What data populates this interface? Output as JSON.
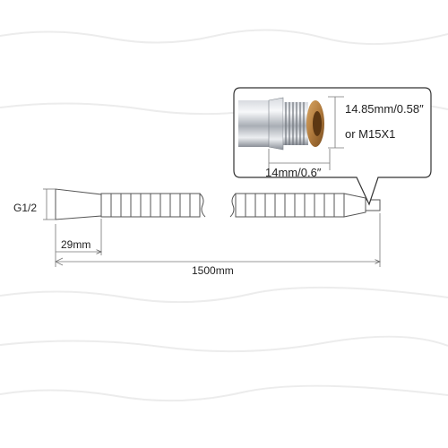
{
  "dimensions": {
    "inlet_thread": "G1/2",
    "cone_length": "29mm",
    "total_length": "1500mm",
    "outlet_diameter": "14.85mm/0.58″",
    "outlet_thread": "or M15X1",
    "outlet_thread_length": "14mm/0.6″"
  },
  "colors": {
    "outline": "#555555",
    "dimension_line": "#777777",
    "chrome_light": "#f2f3f5",
    "chrome_dark": "#8b9098",
    "brass": "#b07a3c",
    "callout_border": "#333333",
    "watermark": "#e9e9e9"
  }
}
